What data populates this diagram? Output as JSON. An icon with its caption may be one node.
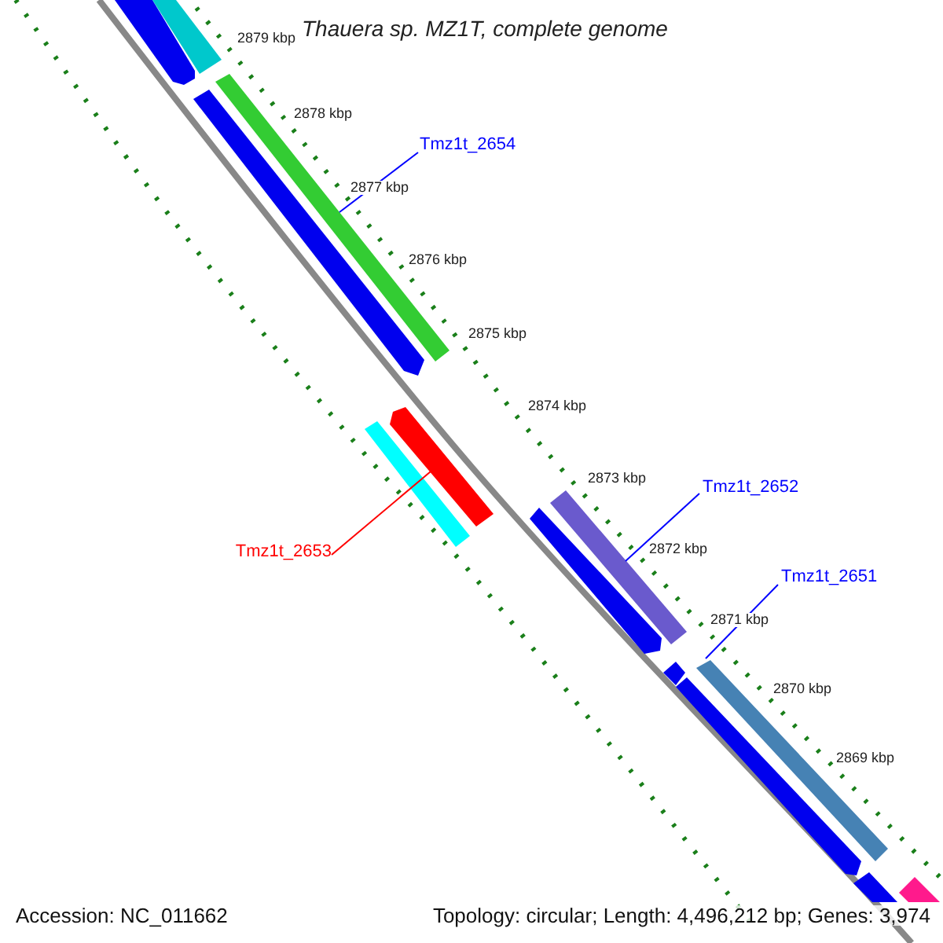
{
  "diagram": {
    "title": "Thauera sp. MZ1T, complete genome",
    "nodes": [
      {
        "text": [],
        "shape": "bar"
      },
      {
        "text": [],
        "shape": "bar"
      },
      {
        "text": [],
        "shape": "bar"
      },
      {
        "text": [],
        "shape": "bar"
      },
      {
        "text": [
          "Tmz1t_2654"
        ]
      },
      {
        "text": [],
        "shape": "bar"
      },
      {
        "text": [],
        "shape": "bar"
      },
      {
        "text": [
          "Tmz1t_2652"
        ]
      },
      {
        "text": [],
        "shape": "bar"
      },
      {
        "text": [],
        "shape": "bar"
      },
      {
        "text": [
          "Tmz1t_2653"
        ]
      },
      {
        "text": [
          "Tmz1t_2651"
        ]
      },
      {
        "text": [],
        "shape": "bar"
      },
      {
        "text": [],
        "shape": "bar"
      },
      {
        "text": [],
        "shape": "bar"
      },
      {
        "text": [],
        "shape": "bar"
      },
      {
        "text": [],
        "shape": "bar"
      }
    ],
    "edges": [
      {
        "from": 4,
        "to": 2,
        "arrow": "none"
      },
      {
        "from": 7,
        "to": 8,
        "arrow": "none"
      },
      {
        "from": 10,
        "to": 5,
        "arrow": "none",
        "color": "#ff0000"
      },
      {
        "from": 11,
        "to": 12,
        "arrow": "none"
      }
    ],
    "labels": [
      "2879 kbp",
      "2878 kbp",
      "2877 kbp",
      "2876 kbp",
      "2875 kbp",
      "2874 kbp",
      "2873 kbp",
      "2872 kbp",
      "2871 kbp",
      "2870 kbp",
      "2869 kbp",
      "Accession: NC_011662",
      "Topology: circular; Length: 4,496,212 bp; Genes: 3,974"
    ]
  }
}
